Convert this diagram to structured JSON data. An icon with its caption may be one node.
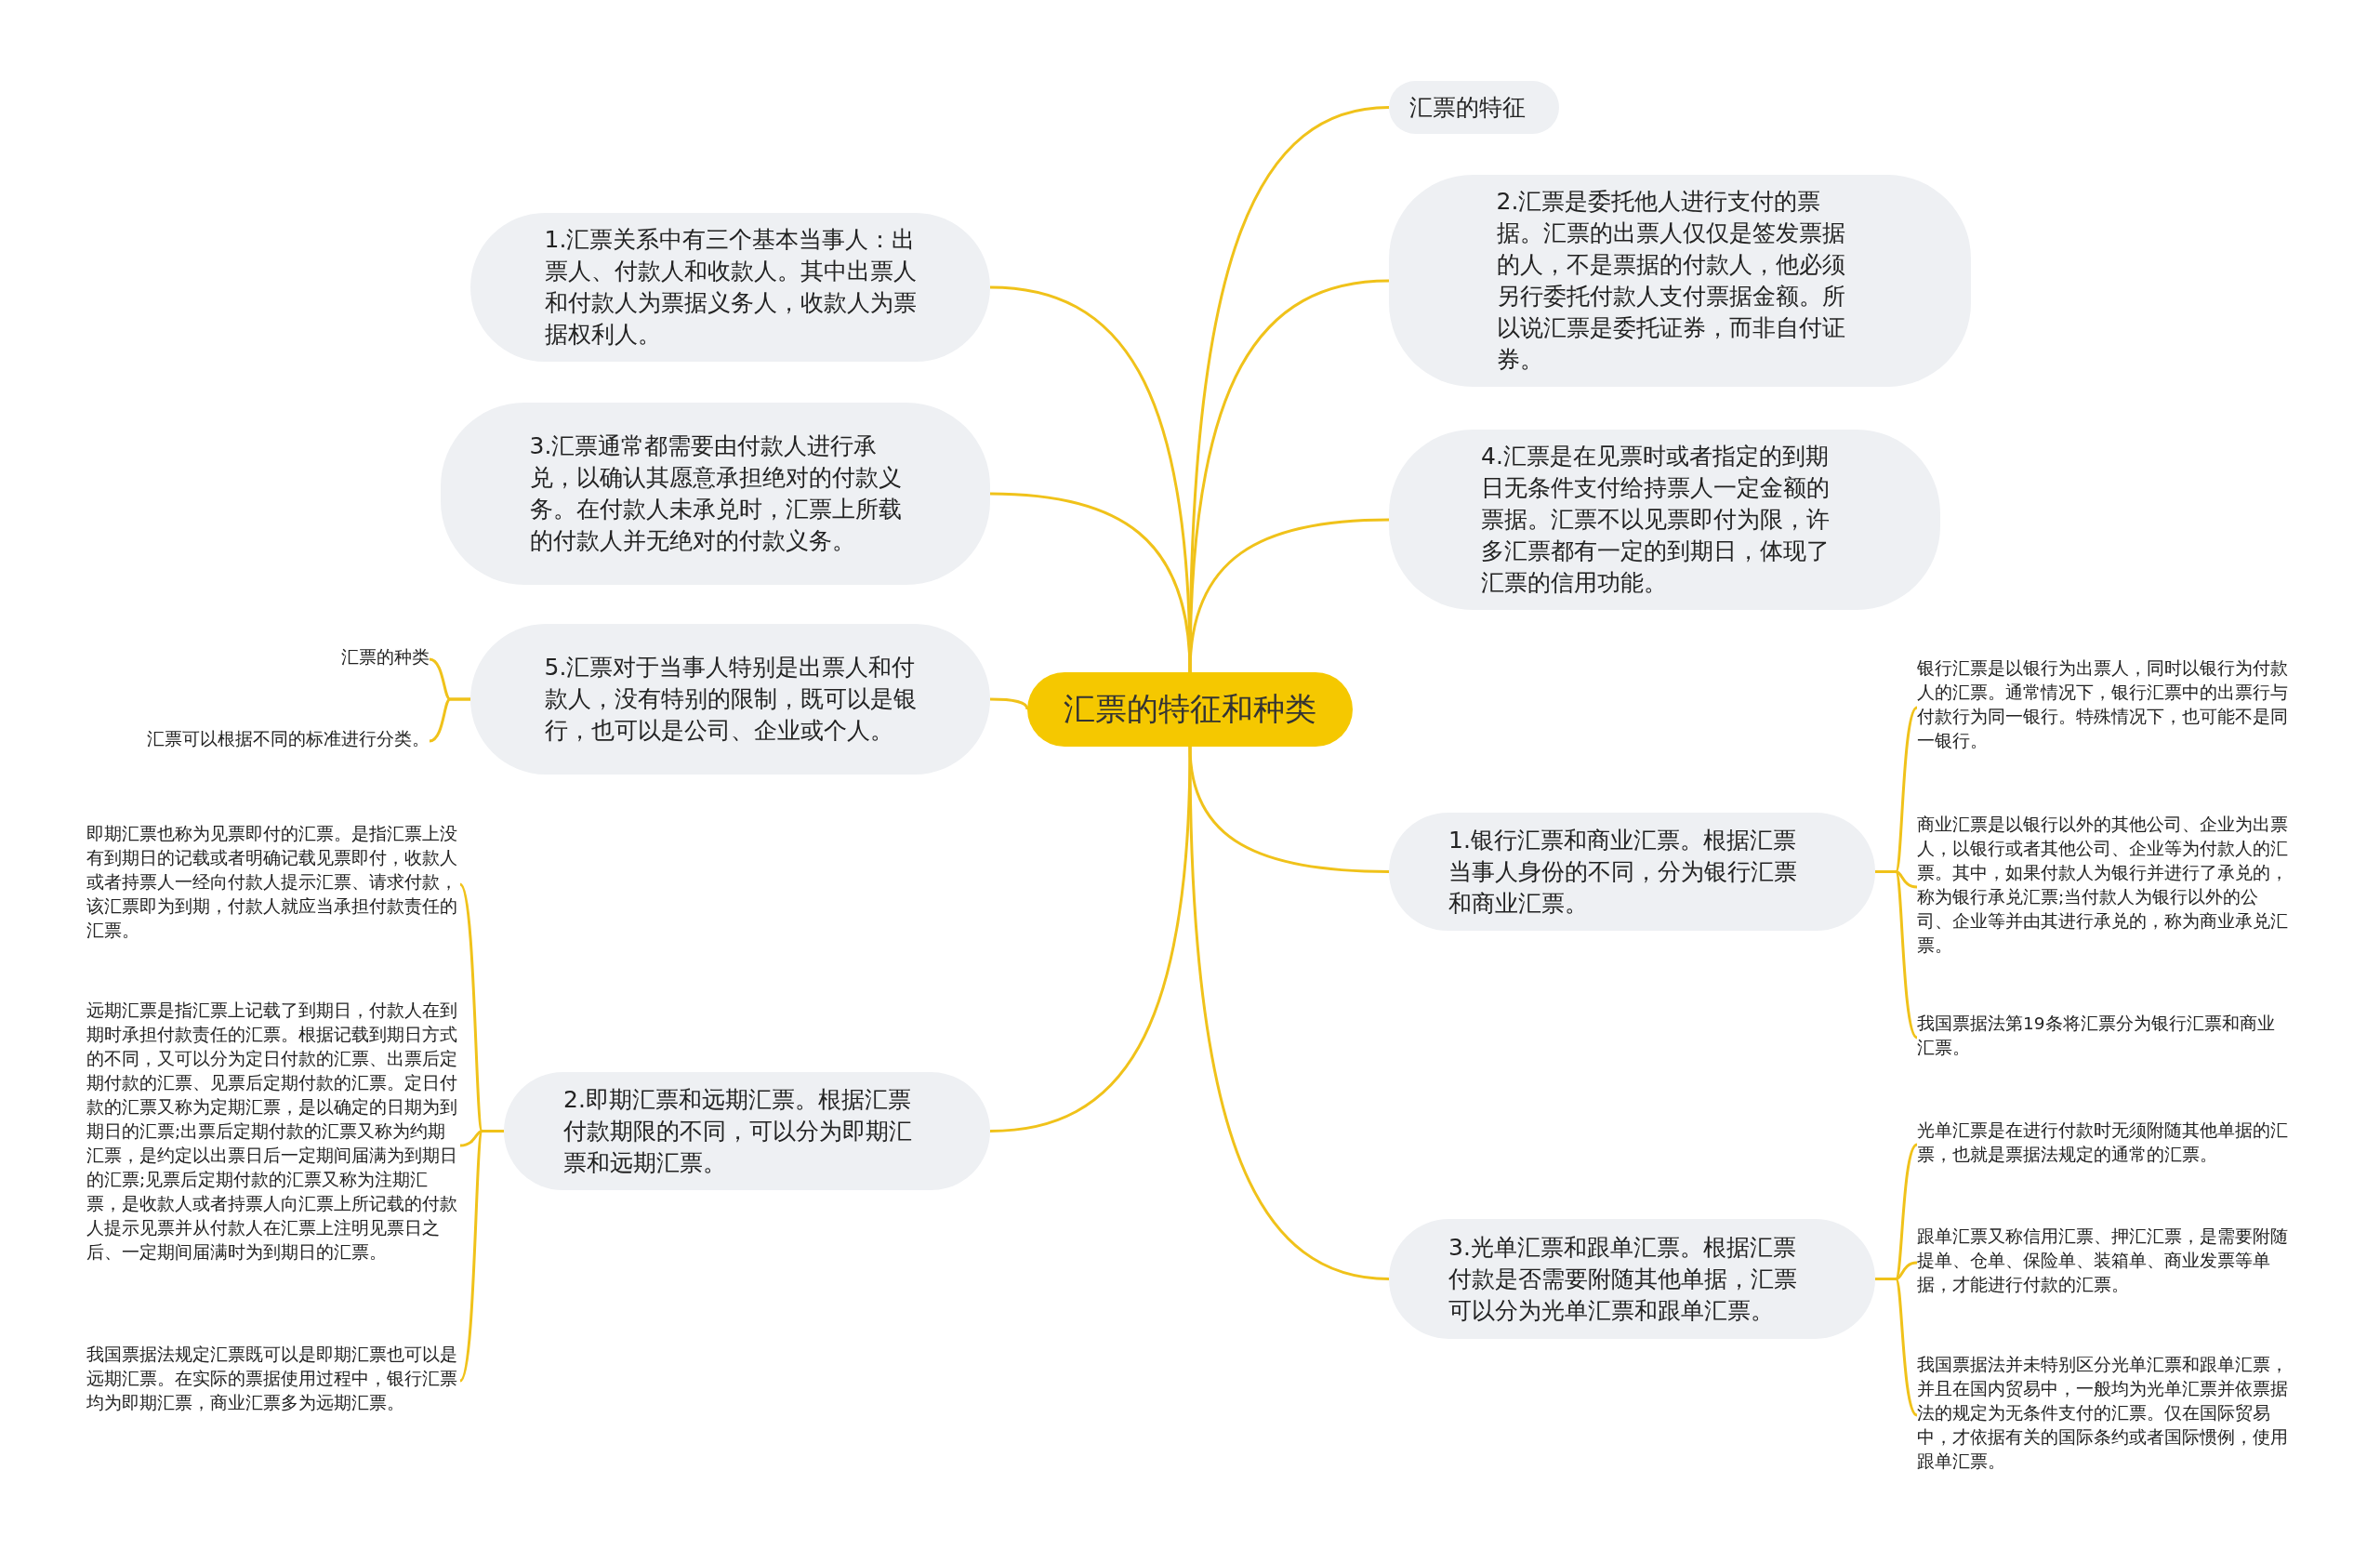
{
  "diagram": {
    "nodes": [
      {
        "text": [
          "汇票的特征和种类"
        ]
      },
      {
        "text": [
          "汇票的特征"
        ]
      },
      {
        "text": [
          "1.汇票关系中有三个基本当事人：出票人、付款人和收款人。其中出票人和付款人为票据义务人，收款人为票据权利人。"
        ]
      },
      {
        "text": [
          "2.汇票是委托他人进行支付的票据。汇票的出票人仅仅是签发票据的人，不是票据的付款人，他必须另行委托付款人支付票据金额。所以说汇票是委托证券，而非自付证券。"
        ]
      },
      {
        "text": [
          "3.汇票通常都需要由付款人进行承兑，以确认其愿意承担绝对的付款义务。在付款人未承兑时，汇票上所载的付款人并无绝对的付款义务。"
        ]
      },
      {
        "text": [
          "4.汇票是在见票时或者指定的到期日无条件支付给持票人一定金额的票据。汇票不以见票即付为限，许多汇票都有一定的到期日，体现了汇票的信用功能。"
        ]
      },
      {
        "text": [
          "5.汇票对于当事人特别是出票人和付款人，没有特别的限制，既可以是银行，也可以是公司、企业或个人。"
        ]
      },
      {
        "text": [
          "汇票的种类"
        ]
      },
      {
        "text": [
          "汇票可以根据不同的标准进行分类。"
        ]
      },
      {
        "text": [
          "1.银行汇票和商业汇票。根据汇票当事人身份的不同，分为银行汇票和商业汇票。"
        ]
      },
      {
        "text": [
          "银行汇票是以银行为出票人，同时以银行为付款人的汇票。通常情况下，银行汇票中的出票行与付款行为同一银行。特殊情况下，也可能不是同一银行。"
        ]
      },
      {
        "text": [
          "商业汇票是以银行以外的其他公司、企业为出票人，以银行或者其他公司、企业等为付款人的汇票。其中，如果付款人为银行并进行了承兑的，称为银行承兑汇票;当付款人为银行以外的公司、企业等并由其进行承兑的，称为商业承兑汇票。"
        ]
      },
      {
        "text": [
          "我国票据法第19条将汇票分为银行汇票和商业汇票。"
        ]
      },
      {
        "text": [
          "2.即期汇票和远期汇票。根据汇票付款期限的不同，可以分为即期汇票和远期汇票。"
        ]
      },
      {
        "text": [
          "即期汇票也称为见票即付的汇票。是指汇票上没有到期日的记载或者明确记载见票即付，收款人或者持票人一经向付款人提示汇票、请求付款，该汇票即为到期，付款人就应当承担付款责任的汇票。"
        ]
      },
      {
        "text": [
          "远期汇票是指汇票上记载了到期日，付款人在到期时承担付款责任的汇票。根据记载到期日方式的不同，又可以分为定日付款的汇票、出票后定期付款的汇票、见票后定期付款的汇票。定日付款的汇票又称为定期汇票，是以确定的日期为到期日的汇票;出票后定期付款的汇票又称为约期汇票，是约定以出票日后一定期间届满为到期日的汇票;见票后定期付款的汇票又称为注期汇票，是收款人或者持票人向汇票上所记载的付款人提示见票并从付款人在汇票上注明见票日之后、一定期间届满时为到期日的汇票。"
        ]
      },
      {
        "text": [
          "我国票据法规定汇票既可以是即期汇票也可以是远期汇票。在实际的票据使用过程中，银行汇票均为即期汇票，商业汇票多为远期汇票。"
        ]
      },
      {
        "text": [
          "3.光单汇票和跟单汇票。根据汇票付款是否需要附随其他单据，汇票可以分为光单汇票和跟单汇票。"
        ]
      },
      {
        "text": [
          "光单汇票是在进行付款时无须附随其他单据的汇票，也就是票据法规定的通常的汇票。"
        ]
      },
      {
        "text": [
          "跟单汇票又称信用汇票、押汇汇票，是需要附随提单、仓单、保险单、装箱单、商业发票等单据，才能进行付款的汇票。"
        ]
      },
      {
        "text": [
          "我国票据法并未特别区分光单汇票和跟单汇票，并且在国内贸易中，一般均为光单汇票并依票据法的规定为无条件支付的汇票。仅在国际贸易中，才依据有关的国际条约或者国际惯例，使用跟单汇票。"
        ]
      }
    ],
    "edges": [
      {
        "from": 0,
        "to": 1,
        "arrow": "none"
      },
      {
        "from": 0,
        "to": 2,
        "arrow": "none"
      },
      {
        "from": 0,
        "to": 3,
        "arrow": "none"
      },
      {
        "from": 0,
        "to": 4,
        "arrow": "none"
      },
      {
        "from": 0,
        "to": 5,
        "arrow": "none"
      },
      {
        "from": 0,
        "to": 6,
        "arrow": "none"
      },
      {
        "from": 6,
        "to": 7,
        "arrow": "none"
      },
      {
        "from": 6,
        "to": 8,
        "arrow": "none"
      },
      {
        "from": 0,
        "to": 9,
        "arrow": "none"
      },
      {
        "from": 9,
        "to": 10,
        "arrow": "none"
      },
      {
        "from": 9,
        "to": 11,
        "arrow": "none"
      },
      {
        "from": 9,
        "to": 12,
        "arrow": "none"
      },
      {
        "from": 0,
        "to": 13,
        "arrow": "none"
      },
      {
        "from": 13,
        "to": 14,
        "arrow": "none"
      },
      {
        "from": 13,
        "to": 15,
        "arrow": "none"
      },
      {
        "from": 13,
        "to": 16,
        "arrow": "none"
      },
      {
        "from": 0,
        "to": 17,
        "arrow": "none"
      },
      {
        "from": 17,
        "to": 18,
        "arrow": "none"
      },
      {
        "from": 17,
        "to": 19,
        "arrow": "none"
      },
      {
        "from": 17,
        "to": 20,
        "arrow": "none"
      }
    ]
  }
}
